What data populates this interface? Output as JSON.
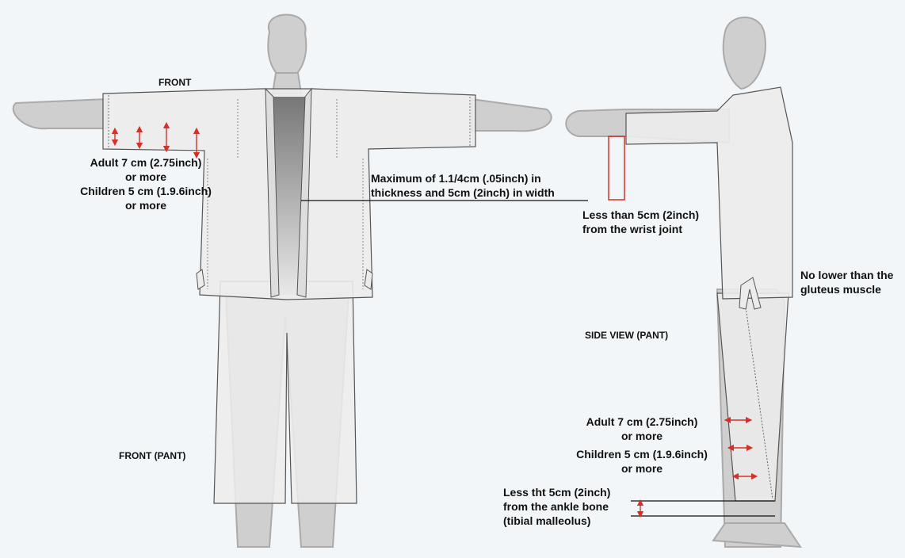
{
  "colors": {
    "background": "#f3f6f8",
    "body_fill": "#c9c9c9",
    "body_outline": "#b0b0b0",
    "garment_fill": "#ececec",
    "garment_stroke": "#555555",
    "measure_red": "#d63027",
    "text": "#111111"
  },
  "labels": {
    "front": "FRONT",
    "sleeve_gap_adult": "Adult 7 cm (2.75inch)",
    "sleeve_gap_adult_more": "or more",
    "sleeve_gap_children": "Children 5 cm (1.9.6inch)",
    "sleeve_gap_children_more": "or more",
    "lapel_line1": "Maximum of 1.1/4cm (.05inch) in",
    "lapel_line2": "thickness and 5cm (2inch) in width",
    "wrist_line1": "Less than 5cm (2inch)",
    "wrist_line2": "from the wrist joint",
    "gluteus_line1": "No lower than the",
    "gluteus_line2": "gluteus muscle",
    "side_view_pant": "SIDE VIEW (PANT)",
    "front_pant": "FRONT (PANT)",
    "pant_gap_adult": "Adult 7 cm (2.75inch)",
    "pant_gap_adult_more": "or more",
    "pant_gap_children": "Children 5 cm (1.9.6inch)",
    "pant_gap_children_more": "or more",
    "ankle_line1": "Less tht 5cm (2inch)",
    "ankle_line2": "from the ankle bone",
    "ankle_line3": "(tibial malleolus)"
  }
}
